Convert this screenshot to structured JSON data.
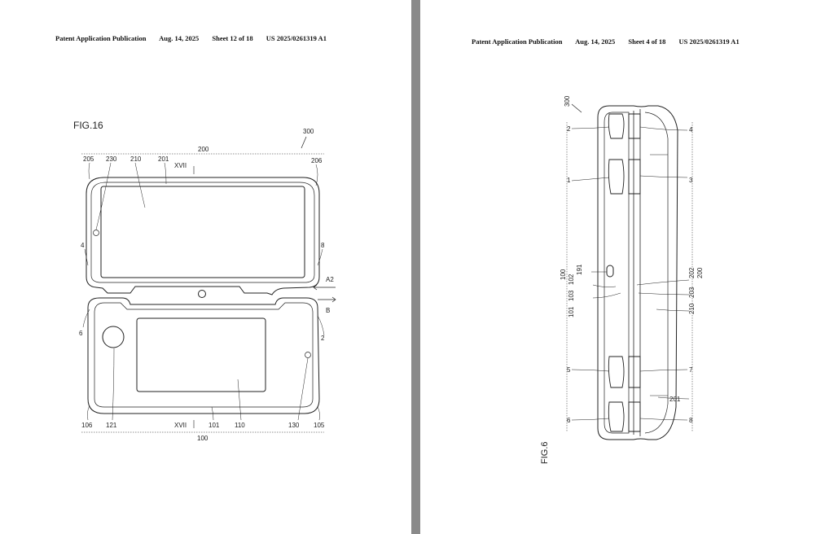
{
  "left_page": {
    "header": {
      "publication": "Patent Application Publication",
      "date": "Aug. 14, 2025",
      "sheet": "Sheet 12 of 18",
      "number": "US 2025/0261319 A1"
    },
    "figure_label": "FIG.16",
    "labels": {
      "l300": "300",
      "l200": "200",
      "l205": "205",
      "l230": "230",
      "l210": "210",
      "l201": "201",
      "l206": "206",
      "lxvii_top": "XVII",
      "l4": "4",
      "l8": "8",
      "lA2": "A2",
      "lB": "B",
      "l6": "6",
      "l2": "2",
      "l106": "106",
      "l121": "121",
      "lxvii_bot": "XVII",
      "l101": "101",
      "l110": "110",
      "l130": "130",
      "l105": "105",
      "l100": "100"
    }
  },
  "right_page": {
    "header": {
      "publication": "Patent Application Publication",
      "date": "Aug. 14, 2025",
      "sheet": "Sheet 4 of 18",
      "number": "US 2025/0261319 A1"
    },
    "figure_label": "FIG.6",
    "labels": {
      "r300": "300",
      "r2": "2",
      "r4": "4",
      "r1": "1",
      "r3": "3",
      "r100": "100",
      "r191": "191",
      "r102": "102",
      "r103": "103",
      "r101": "101",
      "r202": "202",
      "r200": "200",
      "r203": "203",
      "r210": "210",
      "r5": "5",
      "r7": "7",
      "r201": "201",
      "r6": "6",
      "r8": "8"
    }
  }
}
